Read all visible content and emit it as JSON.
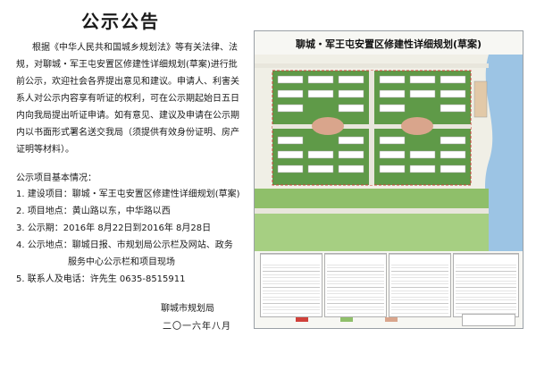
{
  "notice": {
    "title": "公示公告",
    "body": "根据《中华人民共和国城乡规划法》等有关法律、法规，对聊城・军王屯安置区修建性详细规划(草案)进行批前公示，欢迎社会各界提出意见和建议。申请人、利害关系人对公示内容享有听证的权利，可在公示期起始日五日内向我局提出听证申请。如有意见、建议及申请在公示期内以书面形式署名送交我局（须提供有效身份证明、房产证明等材料）。",
    "info_heading": "公示项目基本情况：",
    "items": [
      "1. 建设项目：聊城・军王屯安置区修建性详细规划(草案)",
      "2. 项目地点：黄山路以东，中华路以西",
      "3. 公示期：2016年 8月22日到2016年 8月28日",
      "4. 公示地点：聊城日报、市规划局公示栏及网站、政务",
      "服务中心公示栏和项目现场",
      "5. 联系人及电话：许先生    0635-8515911"
    ],
    "issuer": "聊城市规划局",
    "date": "二〇一六年八月"
  },
  "plan": {
    "title": "聊城・军王屯安置区修建性详细规划(草案)",
    "colors": {
      "frame": "#9aa0a6",
      "green": "#8fbf6a",
      "green_dark": "#5f9a48",
      "road": "#e8e6dc",
      "building": "#ffffff",
      "plaza": "#d9a58c",
      "river": "#9cc4e4",
      "school": "#e2c9a8",
      "red_line": "#d0403a"
    }
  }
}
